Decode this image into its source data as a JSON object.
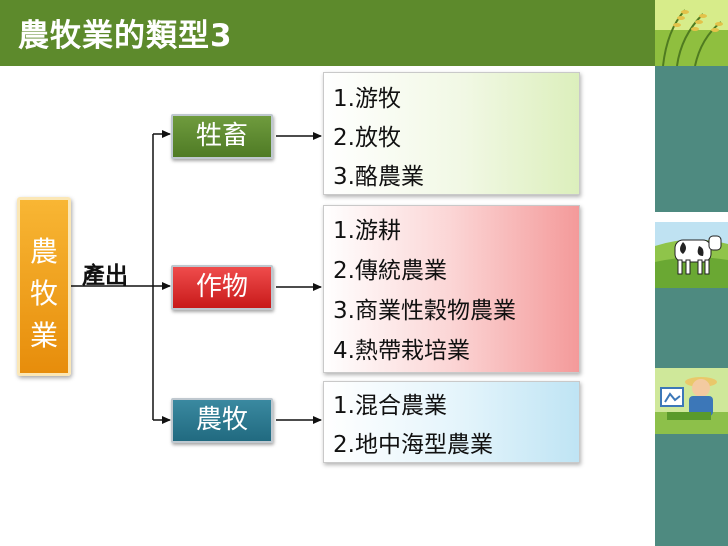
{
  "slide": {
    "title": "農牧業的類型3"
  },
  "root": {
    "chars": [
      "農",
      "牧",
      "業"
    ]
  },
  "edge_label": "產出",
  "categories": [
    {
      "label": "牲畜",
      "items": [
        "1.游牧",
        "2.放牧",
        "3.酪農業"
      ]
    },
    {
      "label": "作物",
      "items": [
        "1.游耕",
        "2.傳統農業",
        "3.商業性穀物農業",
        "4.熱帶栽培業"
      ]
    },
    {
      "label": "農牧",
      "items": [
        "1.混合農業",
        "2.地中海型農業"
      ]
    }
  ],
  "colors": {
    "title_bar": "#5d8a2c",
    "root_box": "#f0a020",
    "livestock": "#5f8b33",
    "crops": "#dc3030",
    "mixed": "#2b7a90",
    "side_strip": "#4e8a80"
  },
  "side_images": [
    "rice-plant-picture",
    "cow-picture",
    "farmer-picture"
  ]
}
